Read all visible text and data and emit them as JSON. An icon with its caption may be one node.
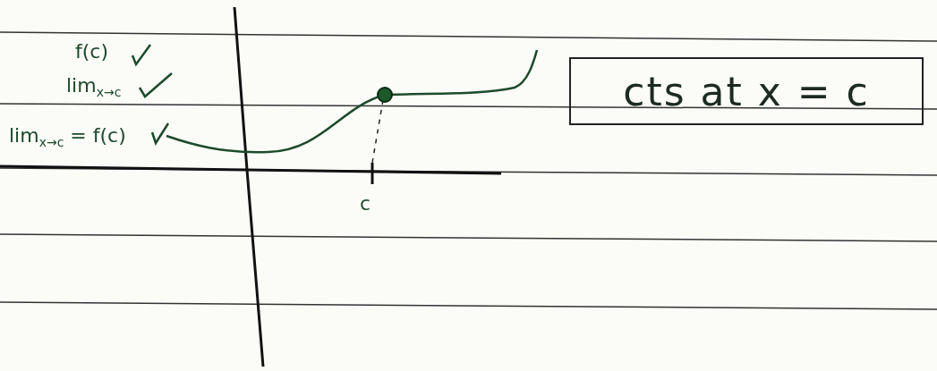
{
  "diagram": {
    "nodes": [
      {
        "text": [
          "cts at x = c"
        ]
      }
    ],
    "labels": [
      "f(c)",
      "lim$_{x→c}$",
      "lim$_{x→c}$ = f(c)",
      "c"
    ]
  }
}
